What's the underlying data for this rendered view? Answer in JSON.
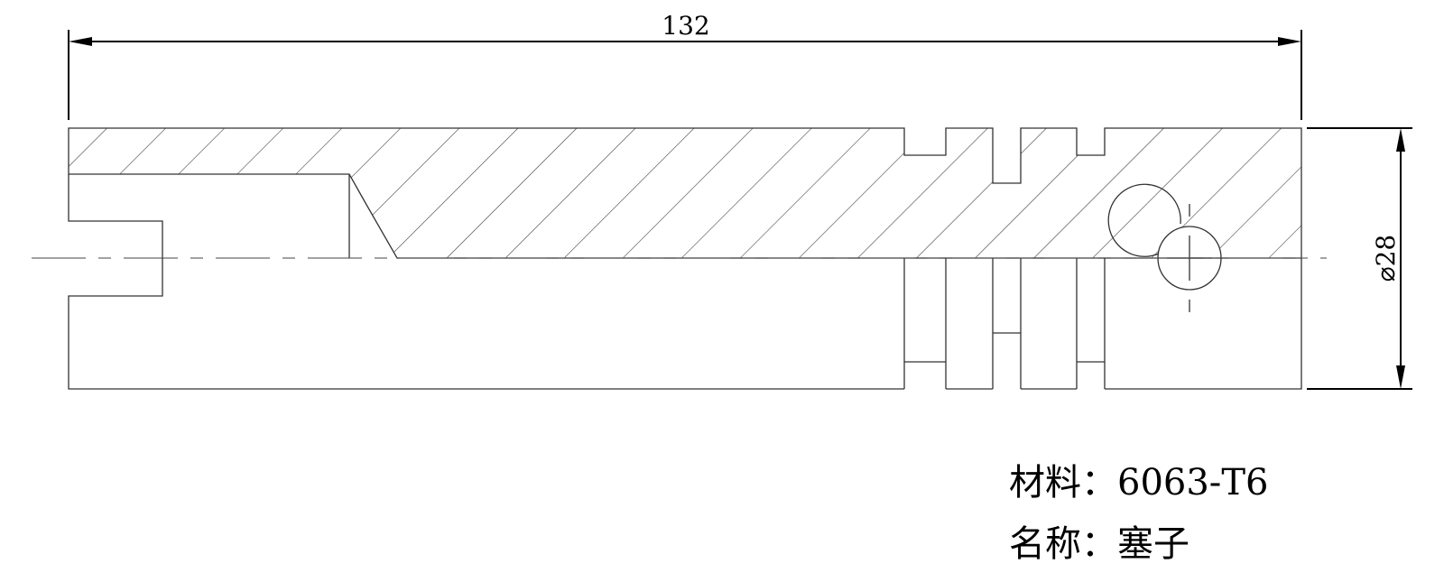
{
  "dimensions": {
    "overall_length": "132",
    "diameter": "⌀28"
  },
  "title_block": {
    "material_label": "材料：",
    "material_value": "6063-T6",
    "name_label": "名称：",
    "name_value": "塞子"
  }
}
